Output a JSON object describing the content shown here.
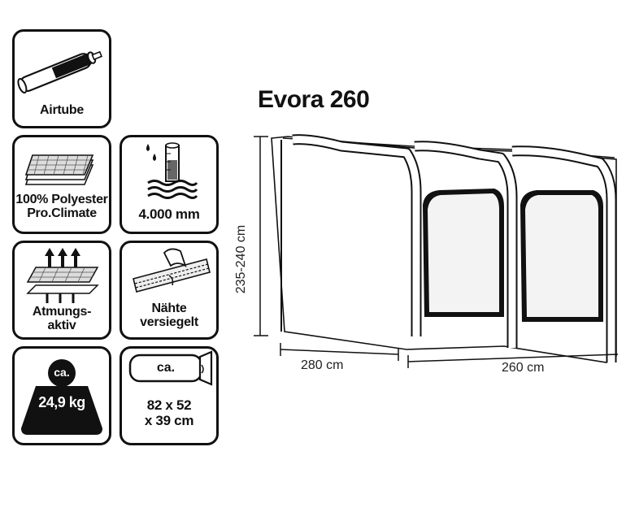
{
  "title": "Evora 260",
  "features": [
    {
      "icon": "airtube-icon",
      "label_lines": [
        "Airtube"
      ]
    },
    {
      "icon": "fabric-layers-icon",
      "label_lines": [
        "100% Polyester",
        "Pro.Climate"
      ]
    },
    {
      "icon": "water-column-icon",
      "label_lines": [
        "4.000 mm"
      ]
    },
    {
      "icon": "breathable-fabric-icon",
      "label_lines": [
        "Atmungs-",
        "aktiv"
      ]
    },
    {
      "icon": "sealed-seams-icon",
      "label_lines": [
        "Nähte",
        "versiegelt"
      ]
    },
    {
      "icon": "weight-icon",
      "weight_prefix": "ca.",
      "weight_value": "24,9 kg"
    },
    {
      "icon": "pack-bag-icon",
      "bag_prefix": "ca.",
      "label_lines": [
        "82 x 52",
        "x 39 cm"
      ]
    }
  ],
  "dimensions": {
    "height": "235-240 cm",
    "depth": "280 cm",
    "width": "260 cm"
  }
}
